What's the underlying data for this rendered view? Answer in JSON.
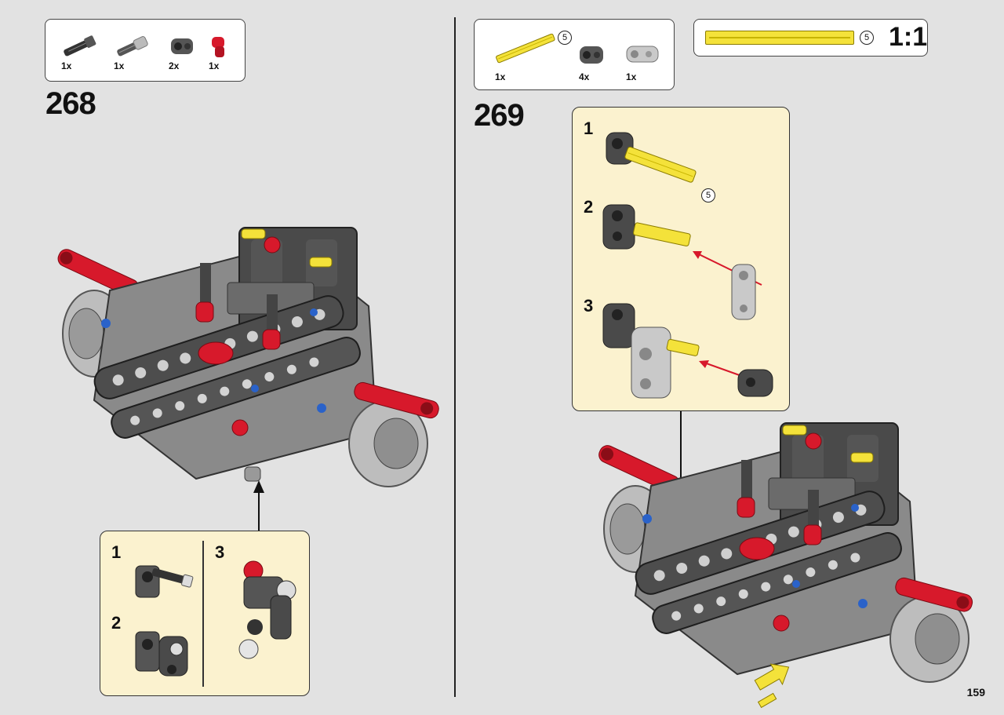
{
  "page_number": "159",
  "scale_label": "1:1",
  "colors": {
    "background": "#e2e2e2",
    "subassembly_bg": "#fbf2cf",
    "red": "#d7192b",
    "yellow": "#f4e23a",
    "dark_gray": "#4a4a4a",
    "light_gray": "#bfbfbf"
  },
  "step_268": {
    "number": "268",
    "parts": [
      {
        "icon": "black-axle-connector-icon",
        "qty": "1x"
      },
      {
        "icon": "gray-axle-pin-icon",
        "qty": "1x"
      },
      {
        "icon": "dark-gray-cross-block-icon",
        "qty": "2x"
      },
      {
        "icon": "red-axle-pin-icon",
        "qty": "1x"
      }
    ],
    "substeps": [
      "1",
      "2",
      "3"
    ]
  },
  "step_269": {
    "number": "269",
    "parts": [
      {
        "icon": "yellow-axle-icon",
        "qty": "1x",
        "length": "5"
      },
      {
        "icon": "dark-gray-cross-block-icon",
        "qty": "4x"
      },
      {
        "icon": "light-gray-cross-block-icon",
        "qty": "1x"
      }
    ],
    "scale_axle_length": "5",
    "substeps": [
      "1",
      "2",
      "3"
    ],
    "substep_1_length": "5"
  }
}
